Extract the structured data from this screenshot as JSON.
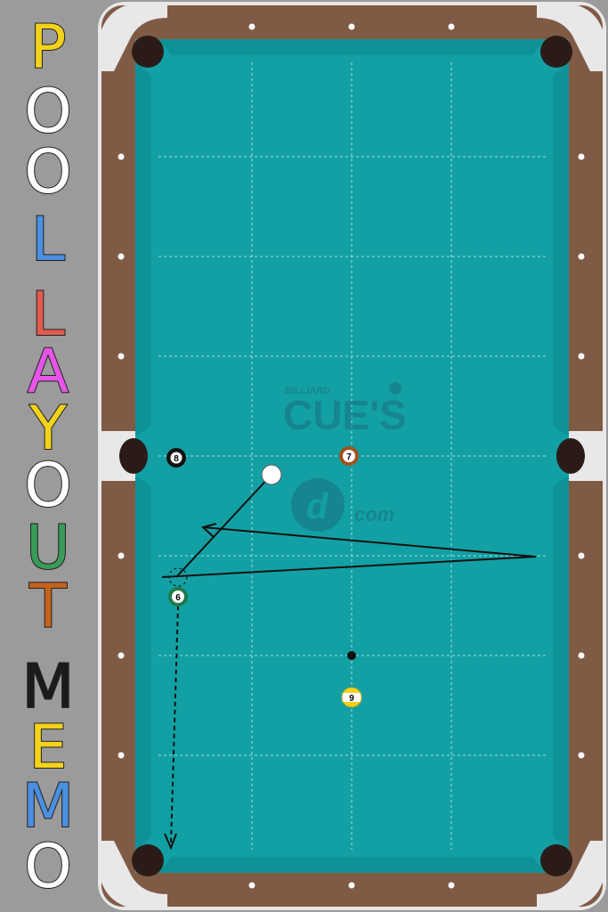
{
  "sidebar": {
    "letters": [
      {
        "char": "P",
        "color": "#f3d21c"
      },
      {
        "char": "O",
        "color": "#ffffff"
      },
      {
        "char": "O",
        "color": "#ffffff"
      },
      {
        "char": "L",
        "color": "#4a8fe0"
      },
      {
        "char": "L",
        "color": "#e25a4e"
      },
      {
        "char": "A",
        "color": "#e455e6"
      },
      {
        "char": "Y",
        "color": "#f3d21c"
      },
      {
        "char": "O",
        "color": "#ffffff"
      },
      {
        "char": "U",
        "color": "#3a9a5a"
      },
      {
        "char": "T",
        "color": "#c4631c"
      },
      {
        "char": "M",
        "color": "#1b1b1b"
      },
      {
        "char": "E",
        "color": "#f3d21c"
      },
      {
        "char": "M",
        "color": "#4a8fe0"
      },
      {
        "char": "O",
        "color": "#ffffff"
      }
    ]
  },
  "logo": {
    "top_small": "BILLIARD",
    "main": "CUE'S",
    "sub": "com"
  },
  "balls": [
    {
      "id": "cue",
      "label": "",
      "fill": "#ffffff",
      "ring": "#ffffff",
      "text": "#000000"
    },
    {
      "id": "8",
      "label": "8",
      "fill": "#111111",
      "ring": "#ffffff",
      "text": "#000000"
    },
    {
      "id": "7",
      "label": "7",
      "fill": "#a0521f",
      "ring": "#ffffff",
      "text": "#000000"
    },
    {
      "id": "6",
      "label": "6",
      "fill": "#1f7a4a",
      "ring": "#ffffff",
      "text": "#000000"
    },
    {
      "id": "9",
      "label": "9",
      "fill": "#f2d21e",
      "ring": "#ffffff",
      "text": "#000000"
    }
  ],
  "colors": {
    "felt": "#13a0a4",
    "cushion": "#0f9296",
    "rail": "#7f5a45",
    "corner": "#e8e8e8",
    "pocket": "#2a1b19",
    "sidebar_bg": "#9b9b9b"
  }
}
